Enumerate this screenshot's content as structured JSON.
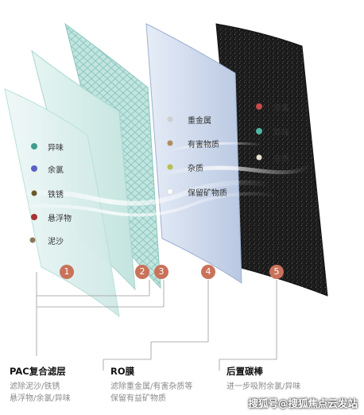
{
  "layers": [
    {
      "number": "1",
      "title": "PAC复合滤层",
      "desc_line1": "滤除泥沙/铁锈",
      "desc_line2": "悬浮物/余氯/异味",
      "items": [
        "异味",
        "余氯",
        "铁锈",
        "悬浮物",
        "泥沙"
      ]
    },
    {
      "number": "2"
    },
    {
      "number": "3",
      "title": "RO膜",
      "desc_line1": "滤除重金属/有害杂质等",
      "desc_line2": "保留有益矿物质",
      "items": [
        "重金属",
        "有害物质",
        "杂质",
        "保留矿物质"
      ]
    },
    {
      "number": "4"
    },
    {
      "number": "5",
      "title": "后置碳棒",
      "desc_line1": "进一步吸附余氯/异味",
      "items": [
        "余氯",
        "异味",
        "杂质"
      ]
    }
  ],
  "watermark": "搜狐号@搜狐焦点云发站",
  "colors": {
    "badge": "#c9725a",
    "layer1": "#dcefee",
    "mesh": "#bfe4df",
    "ro": "#c9d6ea",
    "carbon": "#1c1c1c"
  }
}
